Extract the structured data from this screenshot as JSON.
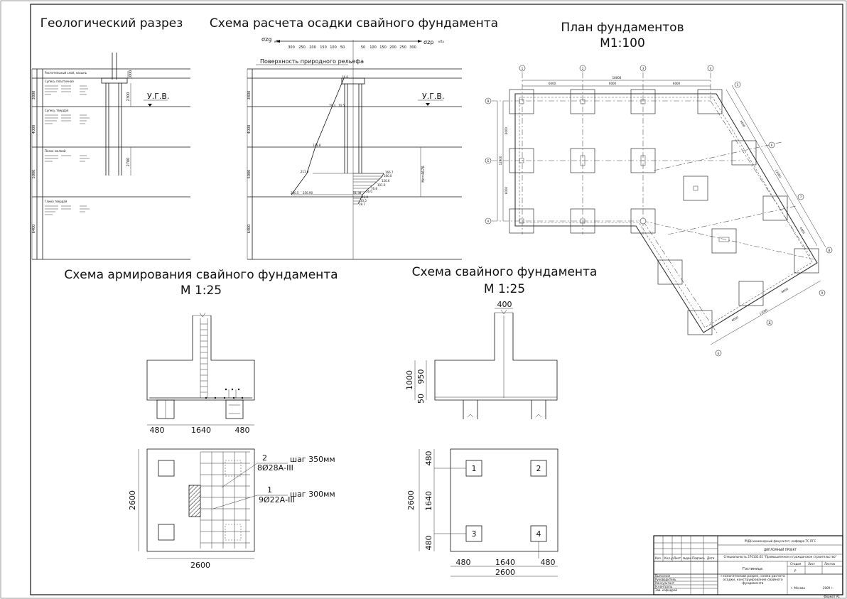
{
  "titles": {
    "geo_section": "Геологический разрез",
    "settlement": "Схема расчета осадки свайного фундамента",
    "plan": "План фундаментов",
    "plan_scale": "М1:100",
    "reinforcement": "Схема армирования свайного фундамента",
    "reinforcement_scale": "М 1:25",
    "pile_scheme": "Схема  свайного фундамента",
    "pile_scheme_scale": "М 1:25"
  },
  "geo": {
    "ugv": "У.Г.В.",
    "layer_depths": [
      "1000",
      "3800",
      "4000",
      "5000",
      "6400"
    ],
    "layers": [
      {
        "name": "Растительный слой, насыпь"
      },
      {
        "name": "Супесь пластичная"
      },
      {
        "name": "Супесь твердая"
      },
      {
        "name": "Песок мелкий"
      },
      {
        "name": "Глина твердая"
      }
    ],
    "pile_len_1": "2300",
    "pile_len_2": "2700"
  },
  "settlement": {
    "sigma_zg": "σzg",
    "sigma_zp": "σzp",
    "unit": "кПа",
    "scale_left": [
      "300",
      "250",
      "200",
      "150",
      "100",
      "50"
    ],
    "scale_right": [
      "50",
      "100",
      "150",
      "200",
      "250",
      "300"
    ],
    "surface": "Поверхность природного рельефа",
    "ugv": "У.Г.В.",
    "depth_labels": [
      "3800",
      "4000",
      "5000",
      "6400"
    ],
    "values": [
      "16.6",
      "79.3",
      "70.5",
      "138.8",
      "211.6",
      "280.5",
      "256.90",
      "166.7",
      "160.0",
      "120.6",
      "101.0",
      "76.8",
      "56.0",
      "51.38",
      "42.8",
      "33.5",
      "28.7"
    ],
    "hc": "Hс=4676"
  },
  "plan": {
    "axes_top": [
      "1",
      "2",
      "3",
      "4"
    ],
    "axes_left": [
      "В",
      "Б",
      "А"
    ],
    "axes_right": [
      "5",
      "6",
      "7",
      "8",
      "9"
    ],
    "axes_bottom": [
      "Д",
      "Е"
    ],
    "dims_top": [
      "6000",
      "6000",
      "6000"
    ],
    "dim_total": "18000",
    "dims_left": [
      "6000",
      "6000"
    ],
    "dim_left_total": "12000",
    "dims_diag": [
      "6000",
      "6000",
      "6000"
    ],
    "dims_diag_total": "12000"
  },
  "reinf": {
    "dims_bottom": [
      "480",
      "1640",
      "480"
    ],
    "dim_width": "2600",
    "dim_height": "2600",
    "callout_1_num": "1",
    "callout_1_bar": "9Ø22А-III",
    "callout_1_step": "шаг 300мм",
    "callout_2_num": "2",
    "callout_2_bar": "8Ø28А-III",
    "callout_2_step": "шаг 350мм"
  },
  "pile": {
    "col": "400",
    "h_total": "1000",
    "h_950": "950",
    "h_50": "50",
    "plan_dims_bottom": [
      "480",
      "1640",
      "480"
    ],
    "plan_width": "2600",
    "plan_left_dims": [
      "480",
      "1640",
      "480"
    ],
    "plan_height": "2600",
    "pile_nums": [
      "1",
      "2",
      "3",
      "4"
    ]
  },
  "stamp": {
    "org": "РУДН инженерный факультет, кафедра ТС ПГС",
    "doc": "ДИПЛОМНЫЙ ПРОЕКТ",
    "spec": "Специальность 270102.65 \"Промышленное и гражданское строительство\"",
    "cols": [
      "Кол.",
      "Кол.уч",
      "Лист",
      "№док.",
      "Подпись",
      "Дата"
    ],
    "object": "Гостиница",
    "stage_hdr": "Стадия",
    "sheet_hdr": "Лист",
    "sheets_hdr": "Листов",
    "stage": "Р",
    "roles": [
      "Выполнил",
      "Руководитель",
      "Консультант",
      "Н.контроль",
      "Зав. кафедрой"
    ],
    "content": "Геологический разрез, схема расчета осадки, конструирование свайного фундамента",
    "city": "г. Москва",
    "year": "2009 г.",
    "format": "Формат А1"
  }
}
